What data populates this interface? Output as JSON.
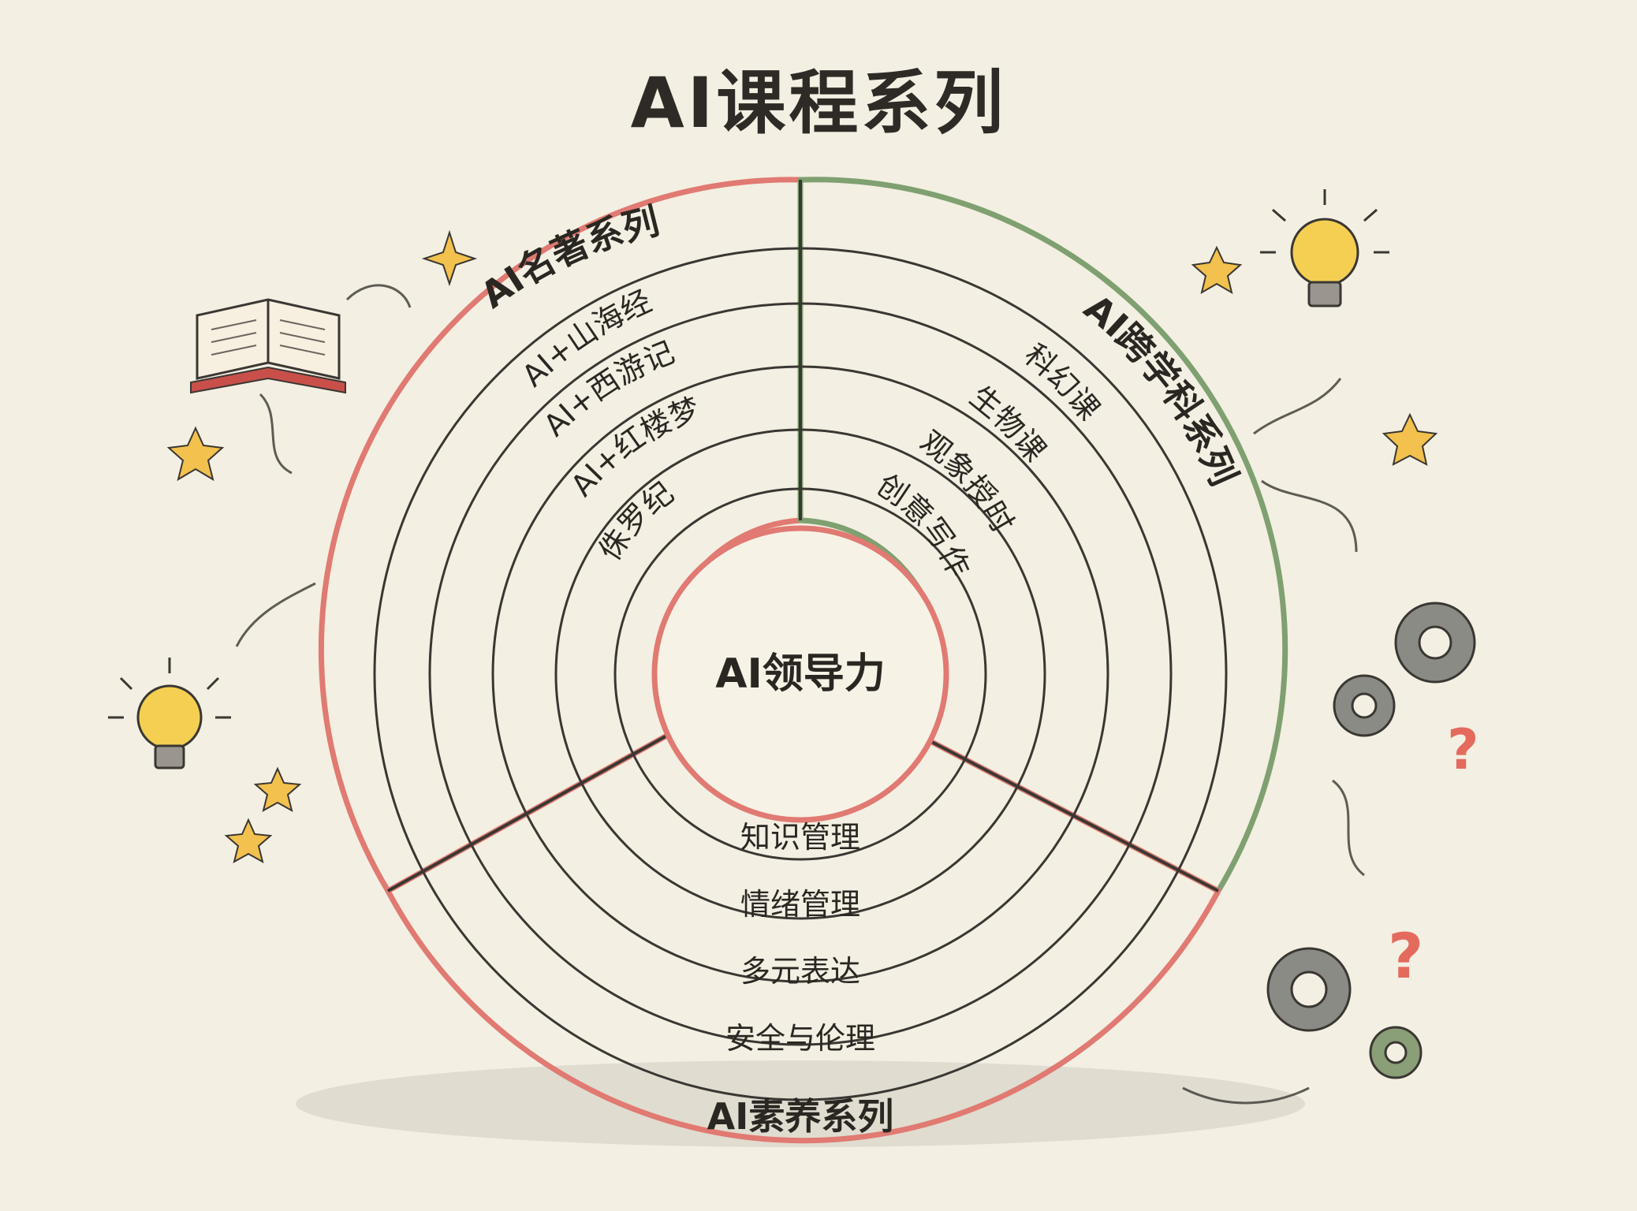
{
  "title": "AI课程系列",
  "center": {
    "label": "AI领导力"
  },
  "series": [
    {
      "name": "AI名著系列",
      "color": "#e07a72",
      "items": [
        "AI+山海经",
        "AI+西游记",
        "AI+红楼梦",
        "侏罗纪"
      ]
    },
    {
      "name": "AI跨学科系列",
      "color": "#7fa070",
      "items": [
        "科幻课",
        "生物课",
        "观象授时",
        "创意写作"
      ]
    },
    {
      "name": "AI素养系列",
      "color": "#e07a72",
      "items": [
        "安全与伦理",
        "多元表达",
        "情绪管理",
        "知识管理"
      ]
    }
  ],
  "decorations": {
    "icons": [
      "open-book-icon",
      "lightbulb-icon",
      "gear-icon",
      "question-mark-icon",
      "star-icon",
      "sparkle-icon"
    ],
    "colors": {
      "star": "#f2c14e",
      "bulb": "#f4cf52",
      "gear": "#8b8b86",
      "question": "#e46a5e",
      "book": "#c9504a"
    }
  }
}
